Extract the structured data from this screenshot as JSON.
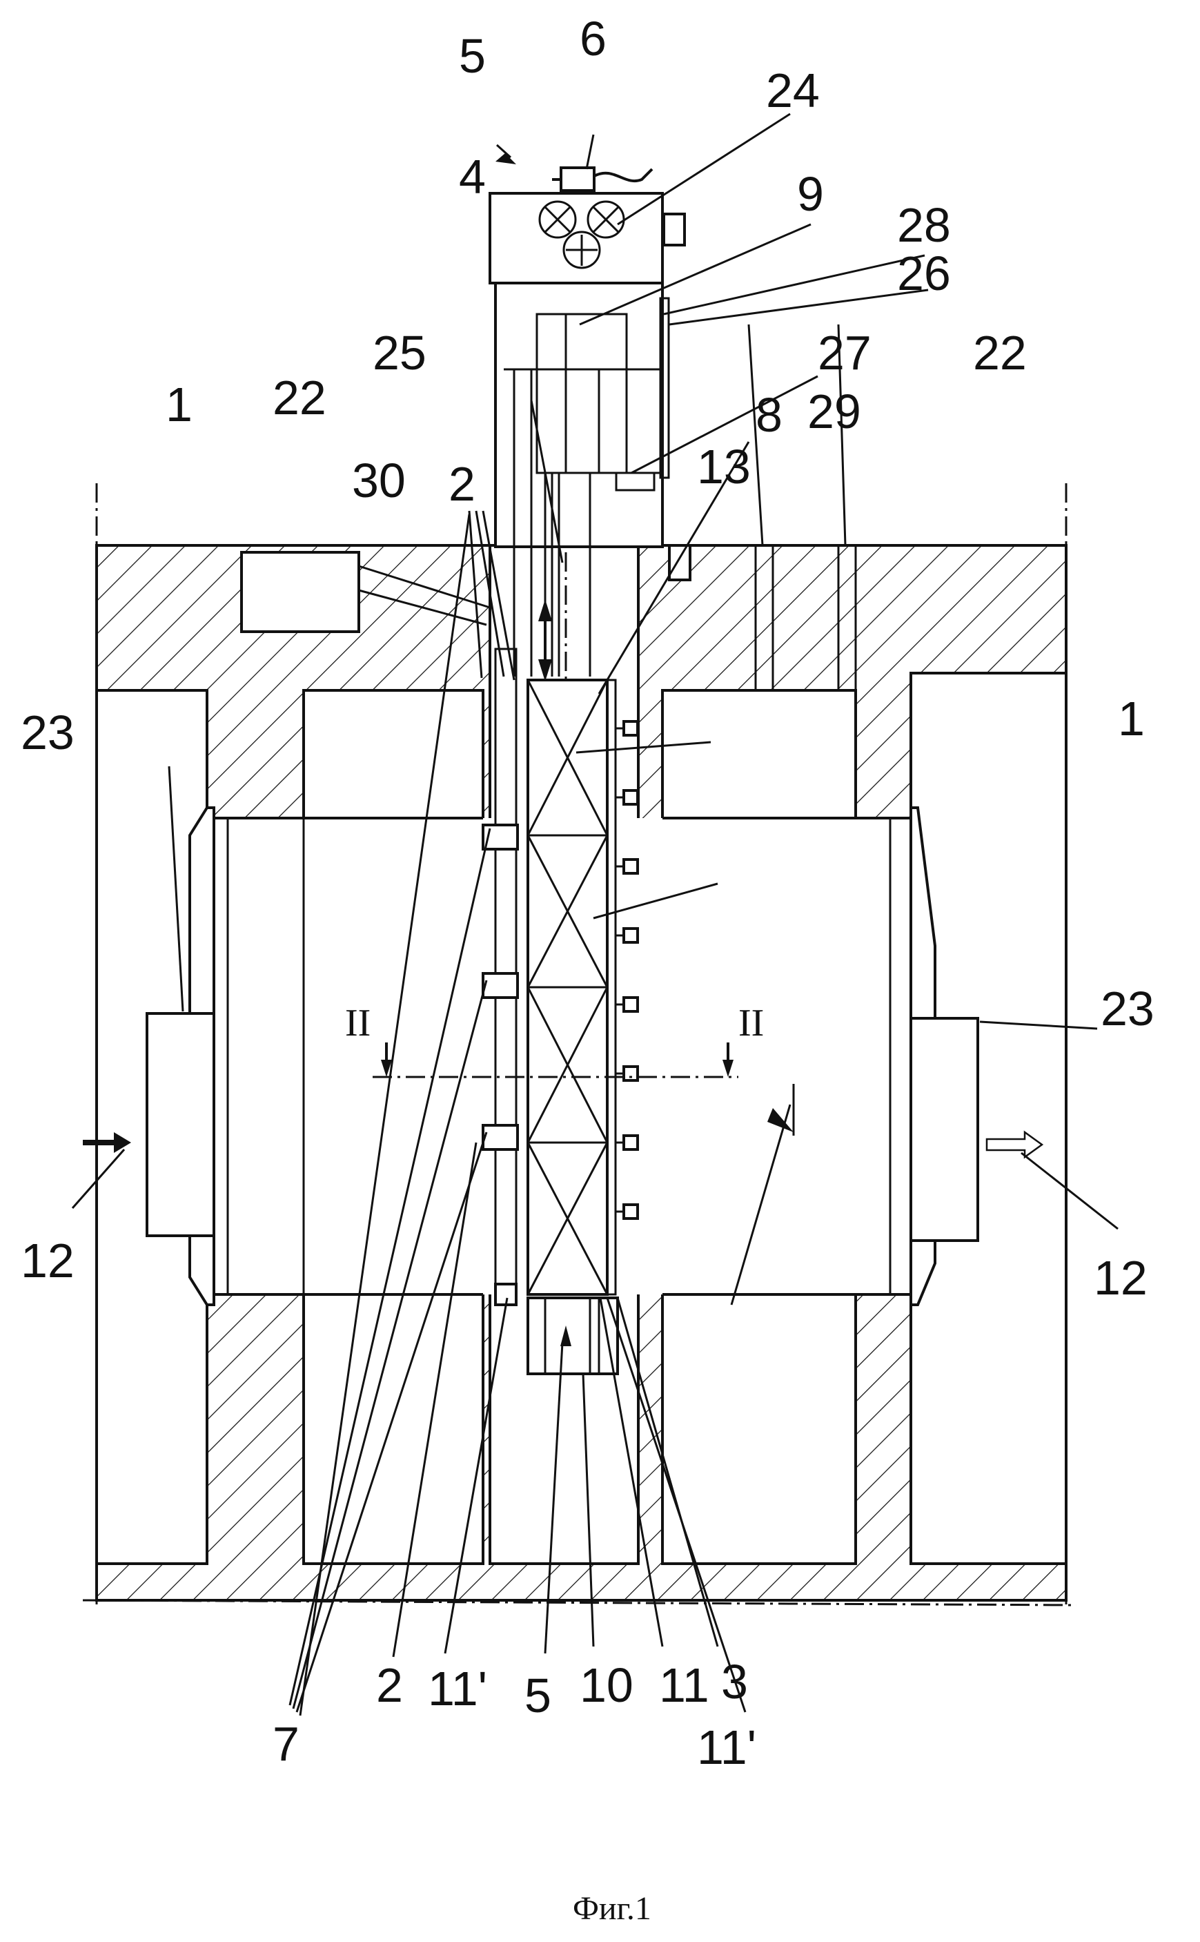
{
  "caption": "Фиг.1",
  "section_mark": "II",
  "labels": [
    {
      "id": "label-5-top",
      "text": "5"
    },
    {
      "id": "label-6",
      "text": "6"
    },
    {
      "id": "label-24",
      "text": "24"
    },
    {
      "id": "label-4",
      "text": "4"
    },
    {
      "id": "label-9",
      "text": "9"
    },
    {
      "id": "label-28",
      "text": "28"
    },
    {
      "id": "label-26",
      "text": "26"
    },
    {
      "id": "label-25",
      "text": "25"
    },
    {
      "id": "label-27",
      "text": "27"
    },
    {
      "id": "label-8",
      "text": "8"
    },
    {
      "id": "label-22-right",
      "text": "22"
    },
    {
      "id": "label-22-left",
      "text": "22"
    },
    {
      "id": "label-29",
      "text": "29"
    },
    {
      "id": "label-1-left",
      "text": "1"
    },
    {
      "id": "label-30",
      "text": "30"
    },
    {
      "id": "label-2-top",
      "text": "2"
    },
    {
      "id": "label-13",
      "text": "13"
    },
    {
      "id": "label-1-right",
      "text": "1"
    },
    {
      "id": "label-23-left",
      "text": "23"
    },
    {
      "id": "label-23-right",
      "text": "23"
    },
    {
      "id": "label-12-left",
      "text": "12"
    },
    {
      "id": "label-12-right",
      "text": "12"
    },
    {
      "id": "label-2-bottom",
      "text": "2"
    },
    {
      "id": "label-11prime-a",
      "text": "11'"
    },
    {
      "id": "label-5-bottom",
      "text": "5"
    },
    {
      "id": "label-10",
      "text": "10"
    },
    {
      "id": "label-11",
      "text": "11"
    },
    {
      "id": "label-3",
      "text": "3"
    },
    {
      "id": "label-11prime-b",
      "text": "11'"
    },
    {
      "id": "label-7",
      "text": "7"
    }
  ],
  "colors": {
    "ink": "#111111",
    "paper": "#ffffff"
  }
}
